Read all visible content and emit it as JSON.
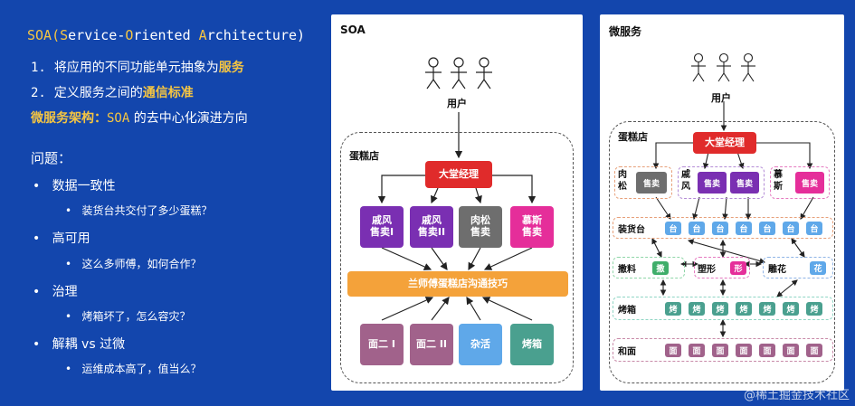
{
  "left": {
    "soa_title": {
      "p1": "SOA(",
      "s": "S",
      "p2": "ervice-",
      "o": "O",
      "p3": "riented ",
      "a": "A",
      "p4": "rchitecture)"
    },
    "point1": {
      "num": "1.",
      "text": "将应用的不同功能单元抽象为",
      "hl": "服务"
    },
    "point2": {
      "num": "2.",
      "text": "定义服务之间的",
      "hl": "通信标准"
    },
    "micro": {
      "hl": "微服务架构：",
      "mono": "SOA",
      "text": "的去中心化演进方向"
    },
    "questions_title": "问题：",
    "bullets": [
      {
        "text": "数据一致性",
        "sub": "装货台共交付了多少蛋糕？"
      },
      {
        "text": "高可用",
        "sub": "这么多师傅，如何合作？"
      },
      {
        "text": "治理",
        "sub": "烤箱坏了，怎么容灾？"
      },
      {
        "text": "解耦 vs 过微",
        "sub": "运维成本高了，值当么？"
      }
    ]
  },
  "soa": {
    "title": "SOA",
    "user": "用户",
    "shop": "蛋糕店",
    "manager": "大堂经理",
    "sellers": [
      "戚风\n售卖I",
      "戚风\n售卖II",
      "肉松\n售卖",
      "慕斯\n售卖"
    ],
    "bus": "兰师傅蛋糕店沟通技巧",
    "workers": [
      "面二 I",
      "面二 II",
      "杂活",
      "烤箱"
    ],
    "colors": {
      "manager": "#e02b2b",
      "seller_purple": "#7a2fb2",
      "seller_gray": "#6e6e6e",
      "seller_pink": "#e52e9a",
      "bus": "#f4a23a"
    }
  },
  "micro": {
    "title": "微服务",
    "user": "用户",
    "shop": "蛋糕店",
    "manager": "大堂经理",
    "groups": [
      {
        "label": "肉\n松",
        "items": [
          "售卖"
        ]
      },
      {
        "label": "戚\n风",
        "items": [
          "售卖",
          "售卖"
        ]
      },
      {
        "label": "慕\n斯",
        "items": [
          "售卖"
        ]
      }
    ],
    "loading": {
      "label": "装货台",
      "cell": "台",
      "count": 7
    },
    "mid": [
      {
        "label": "撒料",
        "cell": "撒"
      },
      {
        "label": "塑形",
        "cell": "形"
      },
      {
        "label": "雕花",
        "cell": "花"
      }
    ],
    "oven": {
      "label": "烤箱",
      "cell": "烤",
      "count": 7
    },
    "dough": {
      "label": "和面",
      "cell": "面",
      "count": 7
    }
  },
  "watermark": "@稀土掘金技术社区"
}
